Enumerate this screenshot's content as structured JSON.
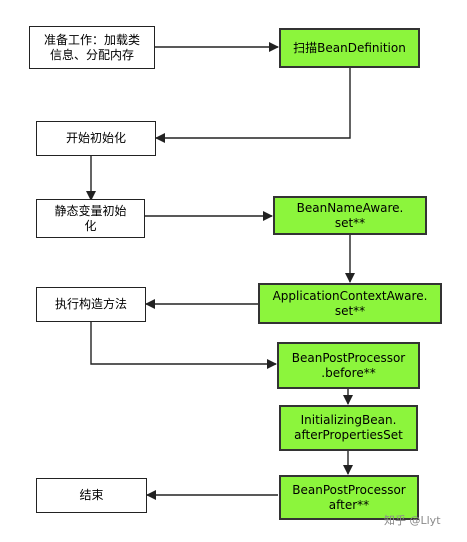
{
  "nodes": {
    "prepare": {
      "lines": [
        "准备工作：加载类",
        "信息、分配内存"
      ]
    },
    "scan": {
      "lines": [
        "扫描BeanDefinition"
      ]
    },
    "init_start": {
      "lines": [
        "开始初始化"
      ]
    },
    "static_init": {
      "lines": [
        "静态变量初始",
        "化"
      ]
    },
    "bean_name_aware": {
      "lines": [
        "BeanNameAware.",
        "set**"
      ]
    },
    "app_ctx_aware": {
      "lines": [
        "ApplicationContextAware.",
        "set**"
      ]
    },
    "constructor": {
      "lines": [
        "执行构造方法"
      ]
    },
    "bpp_before": {
      "lines": [
        "BeanPostProcessor",
        ".before**"
      ]
    },
    "initializing_bean": {
      "lines": [
        "InitializingBean.",
        "afterPropertiesSet"
      ]
    },
    "bpp_after": {
      "lines": [
        "BeanPostProcessor",
        "after**"
      ]
    },
    "end": {
      "lines": [
        "结束"
      ]
    }
  },
  "watermark": "知乎 @Llyt",
  "colors": {
    "process_fill": "#ffffff",
    "highlight_fill": "#8cf53c",
    "stroke": "#333333"
  }
}
